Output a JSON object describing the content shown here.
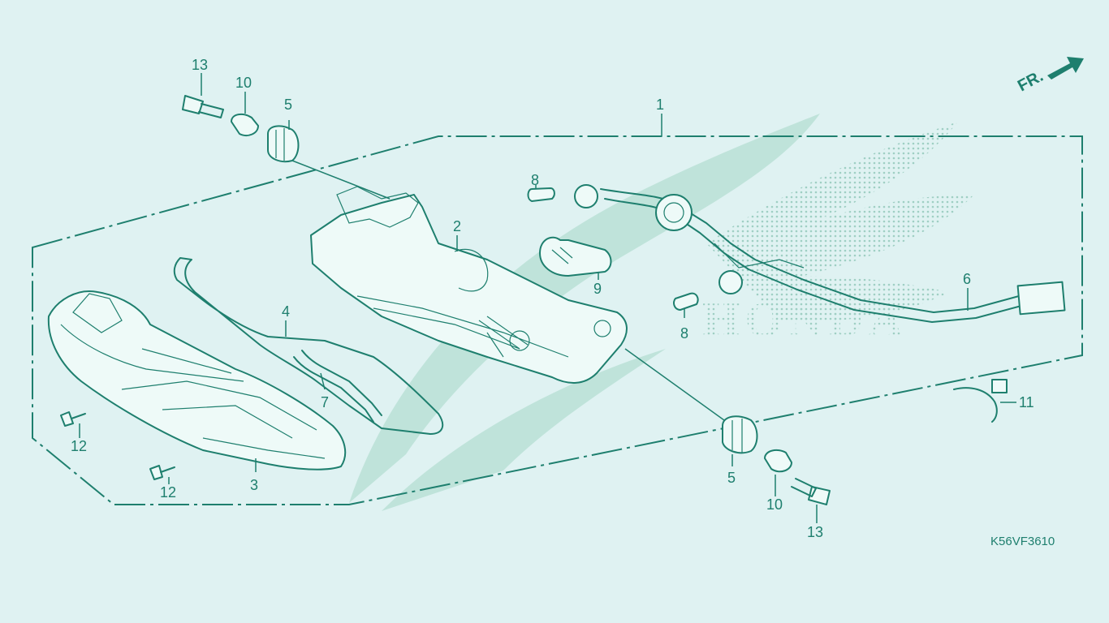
{
  "diagram": {
    "direction_label": "FR.",
    "figure_code": "K56VF3610",
    "watermark_text": "HONDA",
    "callouts": [
      "1",
      "2",
      "3",
      "4",
      "5",
      "5",
      "6",
      "7",
      "8",
      "8",
      "9",
      "10",
      "10",
      "11",
      "12",
      "12",
      "13",
      "13"
    ],
    "colors": {
      "line": "#1e7f6e",
      "background": "#dff2f2",
      "watermark": "#bfe3da"
    }
  }
}
